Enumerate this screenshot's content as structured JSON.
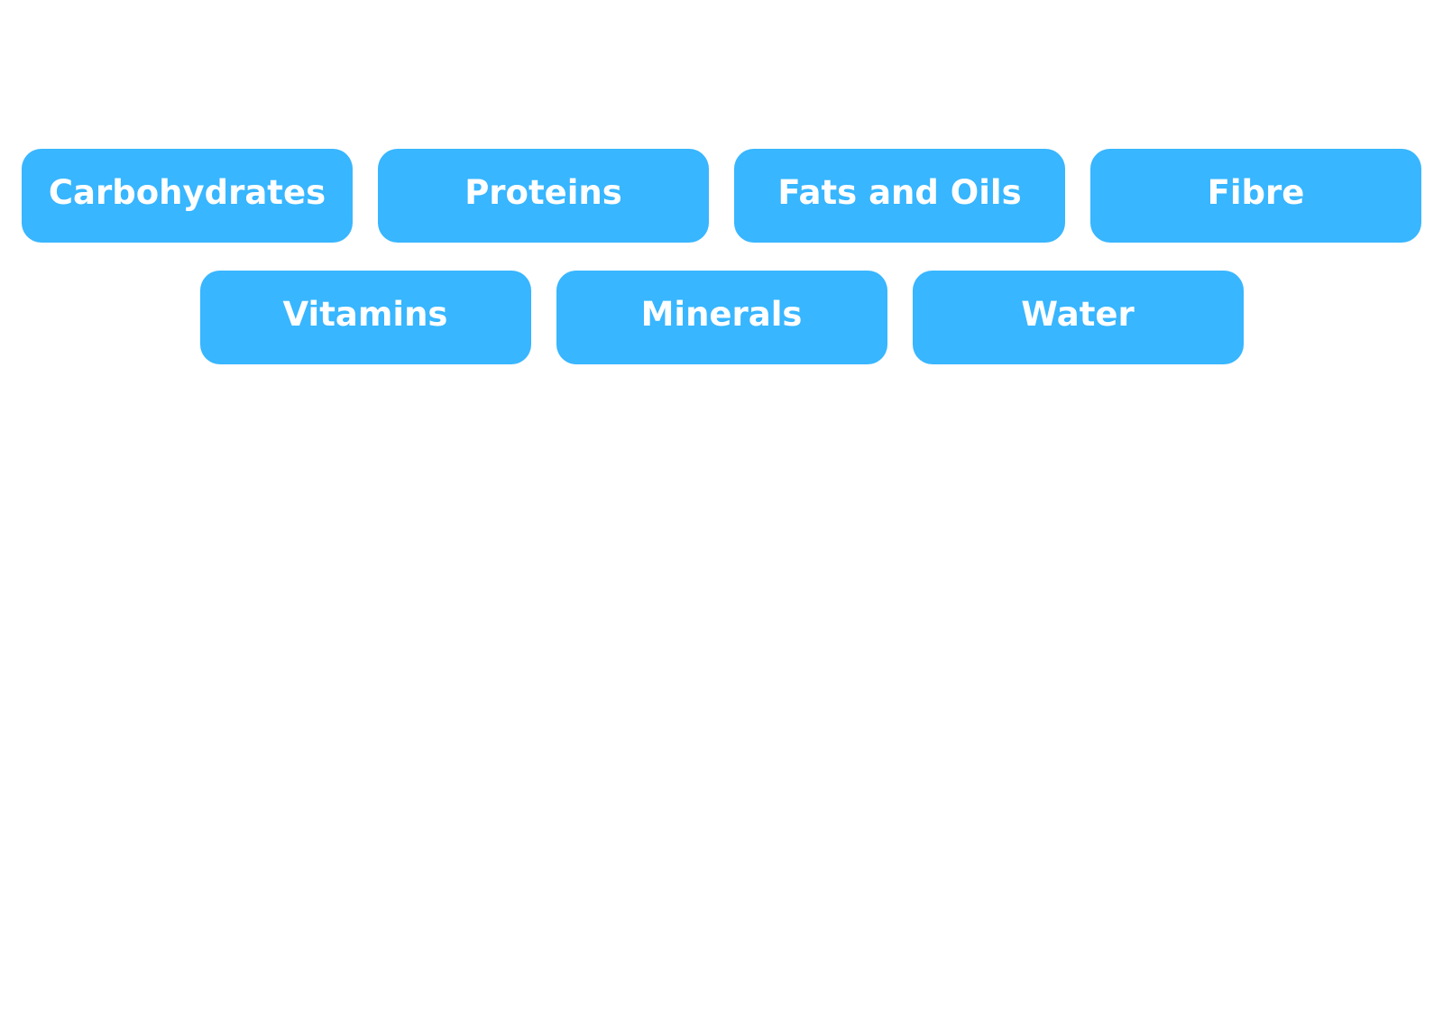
{
  "colors": {
    "card_background": "#38b6ff",
    "card_text": "#ffffff",
    "page_background": "#ffffff"
  },
  "cards_row1": [
    {
      "label": "Carbohydrates"
    },
    {
      "label": "Proteins"
    },
    {
      "label": "Fats and Oils"
    },
    {
      "label": "Fibre"
    }
  ],
  "cards_row2": [
    {
      "label": "Vitamins"
    },
    {
      "label": "Minerals"
    },
    {
      "label": "Water"
    }
  ]
}
